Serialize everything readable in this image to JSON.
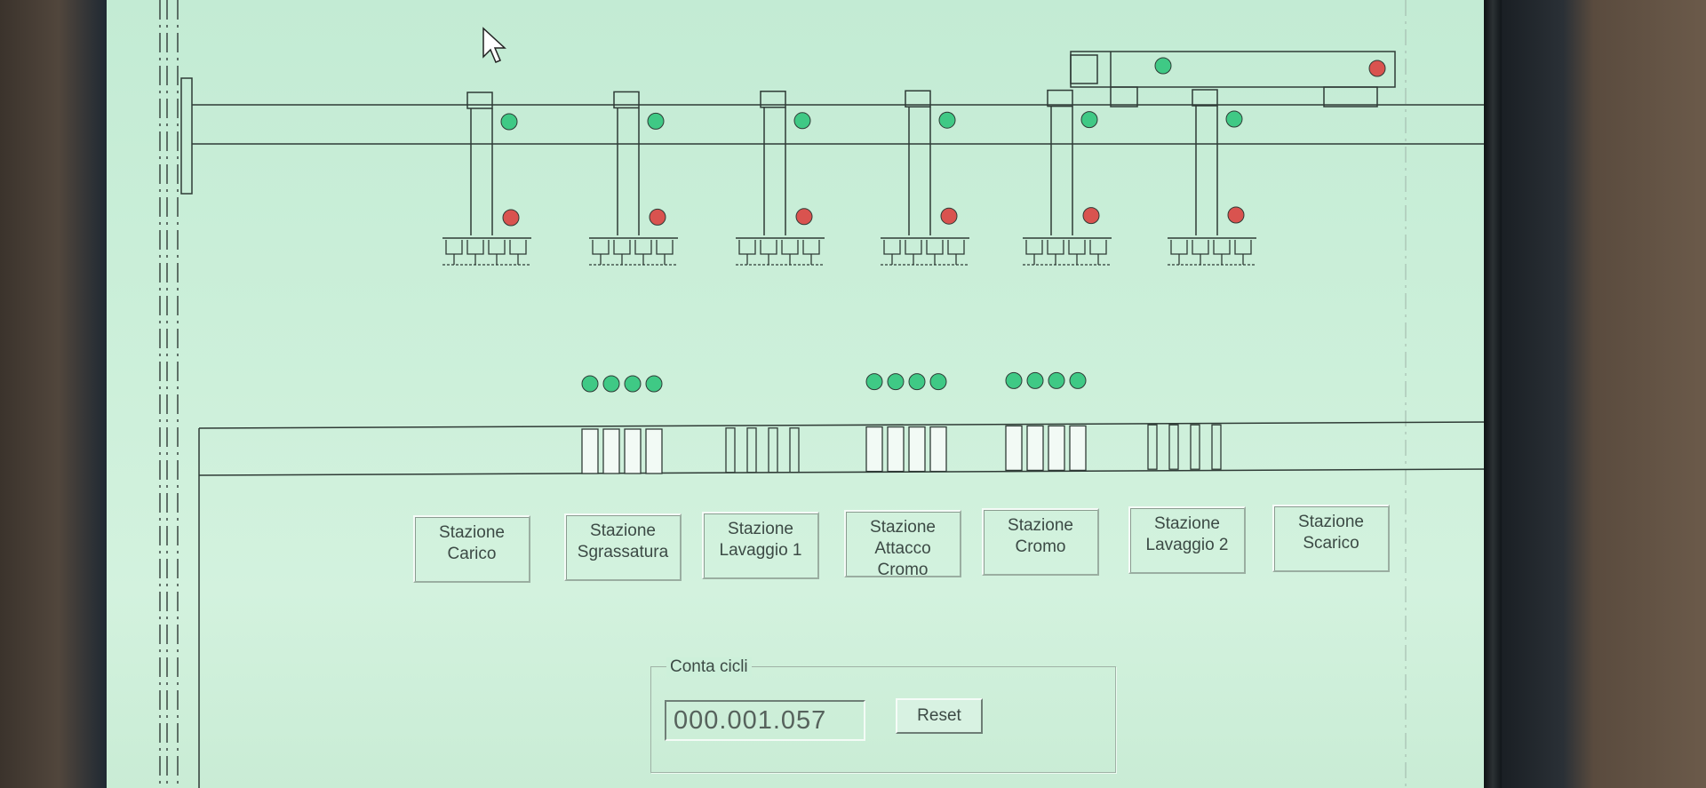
{
  "stations": [
    {
      "label": "Stazione\nCarico"
    },
    {
      "label": "Stazione\nSgrassatura"
    },
    {
      "label": "Stazione\nLavaggio 1"
    },
    {
      "label": "Stazione\nAttacco\nCromo"
    },
    {
      "label": "Stazione\nCromo"
    },
    {
      "label": "Stazione\nLavaggio 2"
    },
    {
      "label": "Stazione\nScarico"
    }
  ],
  "counter": {
    "title": "Conta cicli",
    "value": "000.001.057",
    "reset_label": "Reset"
  },
  "colors": {
    "indicator_on": "#3fc985",
    "indicator_alarm": "#d9534f",
    "line": "#2f3b36"
  }
}
